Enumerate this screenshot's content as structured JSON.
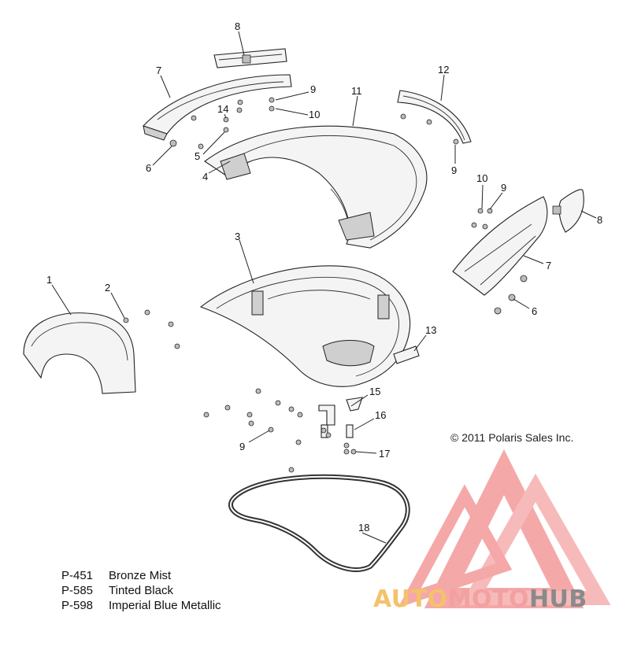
{
  "diagram": {
    "callouts": [
      "8",
      "7",
      "9",
      "10",
      "11",
      "12",
      "14",
      "5",
      "4",
      "6",
      "9",
      "10",
      "9",
      "8",
      "7",
      "6",
      "3",
      "1",
      "2",
      "13",
      "15",
      "16",
      "9",
      "17",
      "18"
    ]
  },
  "legend": [
    {
      "code": "P-451",
      "name": "Bronze Mist"
    },
    {
      "code": "P-585",
      "name": "Tinted Black"
    },
    {
      "code": "P-598",
      "name": "Imperial Blue Metallic"
    }
  ],
  "copyright": "© 2011 Polaris Sales Inc.",
  "watermark": {
    "part1": "AUTO",
    "part2": "MOTO",
    "part3": "HUB",
    "colors": {
      "auto": "#f4c26b",
      "moto": "#f2a0a0",
      "hub": "#8a8a8a",
      "logo": "#f28b8b"
    }
  }
}
